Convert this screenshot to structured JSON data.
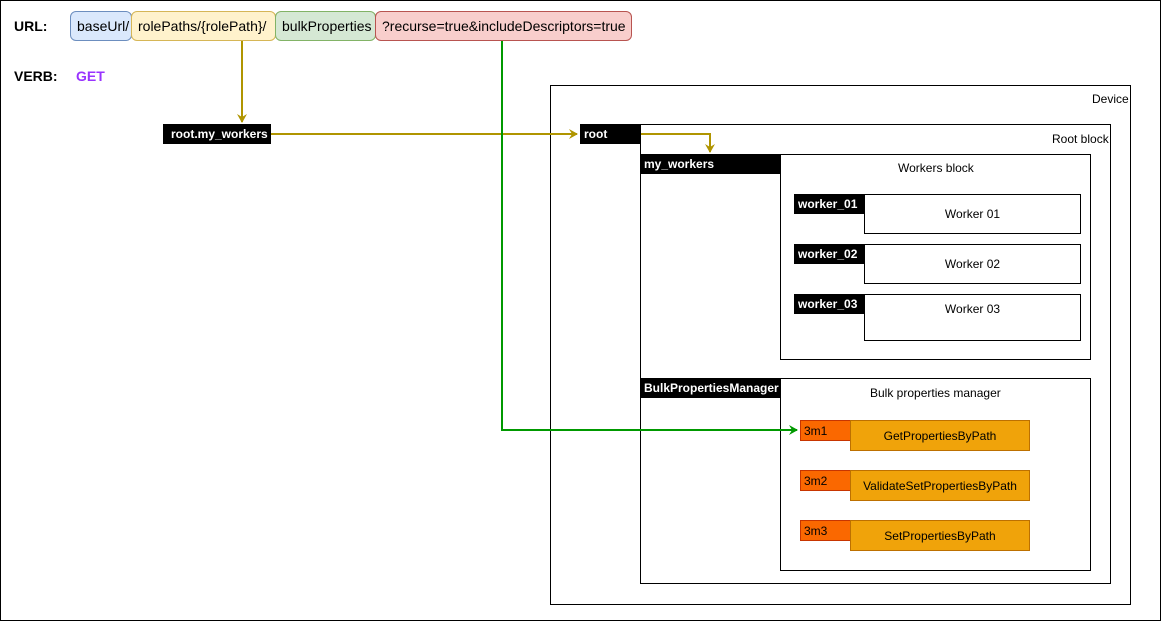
{
  "url_label": "URL:",
  "verb_label": "VERB:",
  "verb_value": "GET",
  "url_segments": {
    "base": "baseUrl/",
    "role": "rolePaths/{rolePath}/",
    "bulk": "bulkProperties",
    "query": "?recurse=true&includeDescriptors=true"
  },
  "resolved_path": "root.my_workers",
  "device": {
    "title": "Device",
    "root": {
      "tag": "root",
      "title": "Root block",
      "workers_block": {
        "tag": "my_workers",
        "title": "Workers block",
        "workers": [
          {
            "tag": "worker_01",
            "name": "Worker 01"
          },
          {
            "tag": "worker_02",
            "name": "Worker 02"
          },
          {
            "tag": "worker_03",
            "name": "Worker 03"
          }
        ]
      },
      "manager": {
        "tag": "BulkPropertiesManager",
        "title": "Bulk properties manager",
        "methods": [
          {
            "id": "3m1",
            "name": "GetPropertiesByPath"
          },
          {
            "id": "3m2",
            "name": "ValidateSetPropertiesByPath"
          },
          {
            "id": "3m3",
            "name": "SetPropertiesByPath"
          }
        ]
      }
    }
  },
  "colors": {
    "verb": "#9933ff",
    "arrow_path": "#b09500",
    "arrow_query": "#009900",
    "base_fill": "#dae8fc",
    "base_border": "#6c8ebf",
    "role_fill": "#fff2cc",
    "role_border": "#d6b656",
    "bulk_fill": "#d5e8d4",
    "bulk_border": "#82b366",
    "query_fill": "#f8cecc",
    "query_border": "#b85450",
    "method_id_fill": "#fa6800",
    "method_fill": "#f0a30a"
  }
}
